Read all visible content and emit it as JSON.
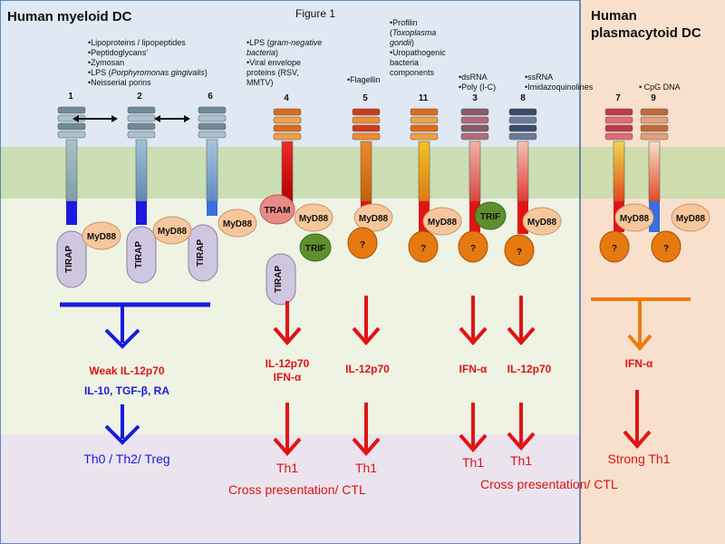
{
  "figure_title": "Figure 1",
  "panel_left_title": "Human myeloid DC",
  "panel_right_title": "Human plasmacytoid DC",
  "ligands": {
    "tlr1_2_6": [
      "•Lipoproteins / lipopeptides",
      "•Peptidoglycans’",
      "•Zymosan",
      "•LPS (Porphyromonas gingivalis)",
      "•Neisserial porins"
    ],
    "tlr4": [
      "•LPS (gram-negative",
      "bacteria)",
      "•Viral envelope",
      "proteins (RSV,",
      "MMTV)"
    ],
    "tlr5": [
      "•Flagellin"
    ],
    "tlr11": [
      "•Profilin",
      "(Toxoplasma",
      "gondii)",
      "•Uropathogenic",
      "bacteria",
      "components"
    ],
    "tlr3": [
      "•dsRNA",
      "•Poly (I-C)"
    ],
    "tlr8": [
      "•ssRNA",
      "•Imidazoquinolines"
    ],
    "tlr9": [
      "• CpG DNA"
    ]
  },
  "receptor_numbers": [
    "1",
    "2",
    "6",
    "4",
    "5",
    "11",
    "3",
    "8",
    "7",
    "9"
  ],
  "adaptors": {
    "myd88": "MyD88",
    "tirap": "TIRAP",
    "tram": "TRAM",
    "trif": "TRIF",
    "unknown": "?"
  },
  "cytokines": {
    "myeloid_weak": "Weak  IL-12p70",
    "myeloid_reg": "IL-10, TGF-β, RA",
    "tlr4": [
      "IL-12p70",
      "IFN-α"
    ],
    "tlr5": "IL-12p70",
    "tlr3": "IFN-α",
    "tlr8": "IL-12p70",
    "pdc": "IFN-α"
  },
  "outcomes": {
    "myeloid": "Th0 / Th2/ Treg",
    "tlr4": "Th1",
    "tlr5": "Th1",
    "tlr3": "Th1",
    "tlr8": "Th1",
    "pdc": "Strong Th1",
    "cross1": "Cross presentation/ CTL",
    "cross2": "Cross presentation/ CTL"
  },
  "colors": {
    "myeloid_bg": "#dfe8f3",
    "pdc_bg": "#f9e0cc",
    "membrane": "#c8dca8",
    "cyto_bg": "#eef3e4",
    "bottom_band": "#ebe4ef",
    "blue": "#1a1ae0",
    "red": "#e01414",
    "orange": "#f07a10",
    "myd88": "#f6c79c",
    "tirap": "#cfc6e0",
    "tram": "#e88a86",
    "trif": "#5e8f2e",
    "unknown": "#e67a10"
  }
}
